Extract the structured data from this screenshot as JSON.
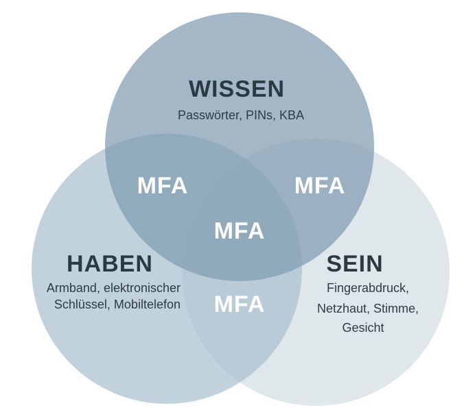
{
  "colors": {
    "wissen": "#8fa7b8",
    "haben": "#b5cad6",
    "sein": "#dbe3e7",
    "title_text": "#2b3a42",
    "mfa_text": "#ffffff"
  },
  "wissen": {
    "title": "WISSEN",
    "desc": "Passwörter, PINs, KBA"
  },
  "haben": {
    "title": "HABEN",
    "desc_line1": "Armband, elektronischer",
    "desc_line2": "Schlüssel, Mobiltelefon"
  },
  "sein": {
    "title": "SEIN",
    "desc_line1": "Fingerabdruck,",
    "desc_line2": "Netzhaut, Stimme,",
    "desc_line3": "Gesicht"
  },
  "overlaps": {
    "wissen_haben": "MFA",
    "wissen_sein": "MFA",
    "center": "MFA",
    "haben_sein": "MFA"
  }
}
